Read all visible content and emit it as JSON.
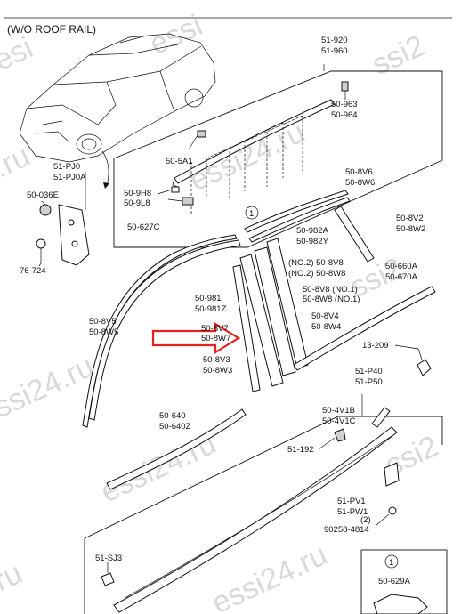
{
  "title": "(W/O ROOF RAIL)",
  "watermark": "essi24.ru",
  "watermark_partial": {
    "w1": "essi",
    "w2": "ssi2",
    "w3": "esi",
    "w4": ".ru",
    "w5": "ssi2",
    "w6": "ru",
    "w7": "essi24.ru",
    "w8": "ssi24.ru"
  },
  "labels": {
    "p51_920": "51-920",
    "p51_960": "51-960",
    "p50_963": "50-963",
    "p50_964": "50-964",
    "p50_5A1": "50-5A1",
    "p51_PJ0": "51-PJ0",
    "p51_PJ0A": "51-PJ0A",
    "p50_036E": "50-036E",
    "p50_9H8": "50-9H8",
    "p50_9L8": "50-9L8",
    "p50_627C": "50-627C",
    "p76_724": "76-724",
    "p50_8V6": "50-8V6",
    "p50_8W6": "50-8W6",
    "p50_982A": "50-982A",
    "p50_982Y": "50-982Y",
    "p50_8V2": "50-8V2",
    "p50_8W2": "50-8W2",
    "no2_8V8": "(NO.2) 50-8V8",
    "no2_8W8": "(NO.2) 50-8W8",
    "p50_660A": "50-660A",
    "p50_670A": "50-670A",
    "no1_8V8": "50-8V8 (NO.1)",
    "no1_8W8": "50-8W8 (NO.1)",
    "p50_981": "50-981",
    "p50_981Z": "50-981Z",
    "p50_8V4": "50-8V4",
    "p50_8W4": "50-8W4",
    "p50_8V5": "50-8V5",
    "p50_8W5": "50-8W5",
    "p50_8V7": "50-8V7",
    "p50_8W7": "50-8W7",
    "p13_209": "13-209",
    "p50_8V3": "50-8V3",
    "p50_8W3": "50-8W3",
    "p51_P40": "51-P40",
    "p51_P50": "51-P50",
    "p50_4V1B": "50-4V1B",
    "p50_4V1C": "50-4V1C",
    "p50_640": "50-640",
    "p50_640Z": "50-640Z",
    "p51_192": "51-192",
    "p51_PV1": "51-PV1",
    "p51_PW1": "51-PW1",
    "qty2": "(2)",
    "p90258": "90258-4814",
    "p51_SJ3": "51-SJ3",
    "p50_629A": "50-629A",
    "callout1": "1",
    "inset_callout": "1"
  },
  "colors": {
    "arrow": "#e8201c",
    "line": "#111111",
    "watermark": "#d9d9d9"
  }
}
